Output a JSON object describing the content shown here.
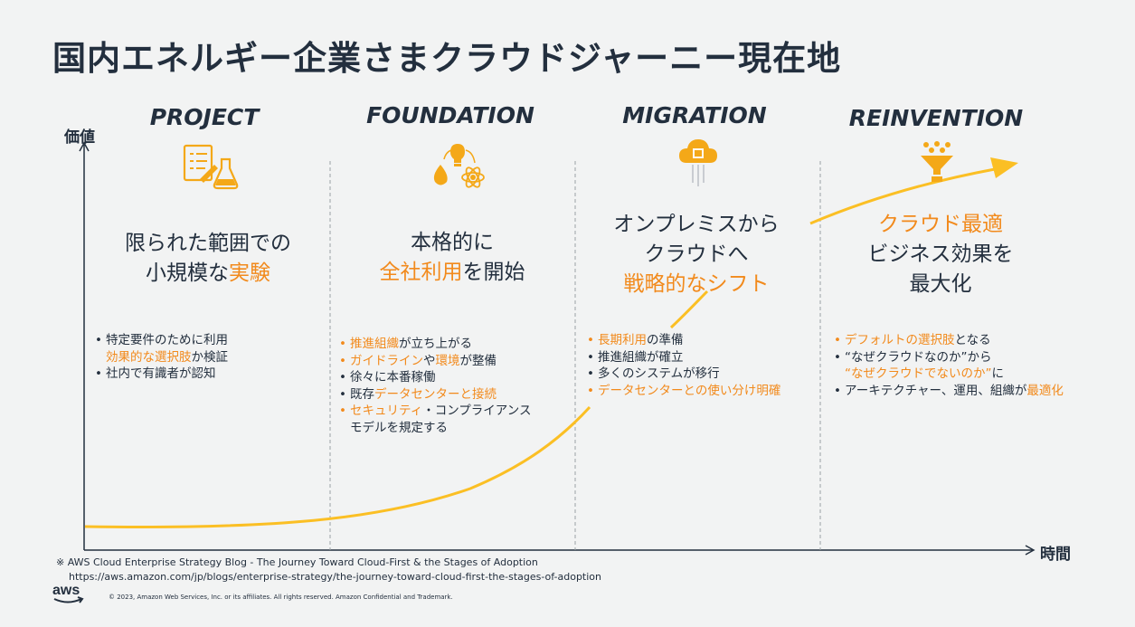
{
  "title": "国内エネルギー企業さまクラウドジャーニー現在地",
  "axis": {
    "y_label": "価値",
    "x_label": "時間"
  },
  "stages": [
    {
      "label": "PROJECT",
      "icon": "checklist-flask-icon",
      "headline": [
        [
          {
            "t": "限られた範囲での",
            "o": false
          }
        ],
        [
          {
            "t": "小規模な",
            "o": false
          },
          {
            "t": "実験",
            "o": true
          }
        ]
      ],
      "bullets": [
        {
          "bullet": true,
          "parts": [
            {
              "t": "特定要件のために利用",
              "o": false
            }
          ]
        },
        {
          "bullet": false,
          "parts": [
            {
              "t": "効果的な選択肢",
              "o": true
            },
            {
              "t": "か検証",
              "o": false
            }
          ]
        },
        {
          "bullet": true,
          "parts": [
            {
              "t": "社内で有識者が認知",
              "o": false
            }
          ]
        }
      ]
    },
    {
      "label": "FOUNDATION",
      "icon": "lightbulb-drop-atom-icon",
      "headline": [
        [
          {
            "t": "本格的に",
            "o": false
          }
        ],
        [
          {
            "t": "全社利用",
            "o": true
          },
          {
            "t": "を開始",
            "o": false
          }
        ]
      ],
      "bullets": [
        {
          "bullet": true,
          "orange": true,
          "parts": [
            {
              "t": "推進組織",
              "o": true
            },
            {
              "t": "が立ち上がる",
              "o": false
            }
          ]
        },
        {
          "bullet": true,
          "orange": true,
          "parts": [
            {
              "t": "ガイドライン",
              "o": true
            },
            {
              "t": "や",
              "o": false
            },
            {
              "t": "環境",
              "o": true
            },
            {
              "t": "が整備",
              "o": false
            }
          ]
        },
        {
          "bullet": true,
          "parts": [
            {
              "t": "徐々に本番稼働",
              "o": false
            }
          ]
        },
        {
          "bullet": true,
          "parts": [
            {
              "t": "既存",
              "o": false
            },
            {
              "t": "データセンターと接続",
              "o": true
            }
          ]
        },
        {
          "bullet": true,
          "orange": true,
          "parts": [
            {
              "t": "セキュリティ",
              "o": true
            },
            {
              "t": "・コンプライアンス",
              "o": false
            }
          ]
        },
        {
          "bullet": false,
          "parts": [
            {
              "t": "モデルを規定する",
              "o": false
            }
          ]
        }
      ]
    },
    {
      "label": "MIGRATION",
      "icon": "cloud-migration-icon",
      "headline": [
        [
          {
            "t": "オンプレミスから",
            "o": false
          }
        ],
        [
          {
            "t": "クラウドへ",
            "o": false
          }
        ],
        [
          {
            "t": "戦略的なシフト",
            "o": true
          }
        ]
      ],
      "bullets": [
        {
          "bullet": true,
          "orange": true,
          "parts": [
            {
              "t": "長期利用",
              "o": true
            },
            {
              "t": "の準備",
              "o": false
            }
          ]
        },
        {
          "bullet": true,
          "parts": [
            {
              "t": "推進組織が確立",
              "o": false
            }
          ]
        },
        {
          "bullet": true,
          "parts": [
            {
              "t": "多くのシステムが移行",
              "o": false
            }
          ]
        },
        {
          "bullet": true,
          "orange": true,
          "parts": [
            {
              "t": "データセンターとの使い分け明確",
              "o": true
            }
          ]
        }
      ]
    },
    {
      "label": "REINVENTION",
      "icon": "funnel-icon",
      "headline": [
        [
          {
            "t": "クラウド最適",
            "o": true
          }
        ],
        [
          {
            "t": "ビジネス効果を",
            "o": false
          }
        ],
        [
          {
            "t": "最大化",
            "o": false
          }
        ]
      ],
      "bullets": [
        {
          "bullet": true,
          "orange": true,
          "parts": [
            {
              "t": "デフォルトの選択肢",
              "o": true
            },
            {
              "t": "となる",
              "o": false
            }
          ]
        },
        {
          "bullet": true,
          "parts": [
            {
              "t": "“なぜクラウドなのか”から",
              "o": false
            }
          ]
        },
        {
          "bullet": false,
          "parts": [
            {
              "t": "“なぜクラウドでないのか”",
              "o": true
            },
            {
              "t": "に",
              "o": false
            }
          ]
        },
        {
          "bullet": true,
          "parts": [
            {
              "t": "アーキテクチャー、運用、組織が",
              "o": false
            },
            {
              "t": "最適化",
              "o": true
            }
          ]
        }
      ]
    }
  ],
  "footnote": {
    "line1": "※ AWS Cloud Enterprise Strategy Blog - The Journey Toward Cloud-First & the Stages of Adoption",
    "line2": "https://aws.amazon.com/jp/blogs/enterprise-strategy/the-journey-toward-cloud-first-the-stages-of-adoption"
  },
  "copyright": "© 2023, Amazon Web Services, Inc. or its affiliates. All rights reserved. Amazon Confidential and Trademark.",
  "logo_text": "aws",
  "colors": {
    "accent": "#f28a1c",
    "curve": "#fbbf24",
    "text": "#232f3e",
    "divider": "#9aa0a6"
  }
}
